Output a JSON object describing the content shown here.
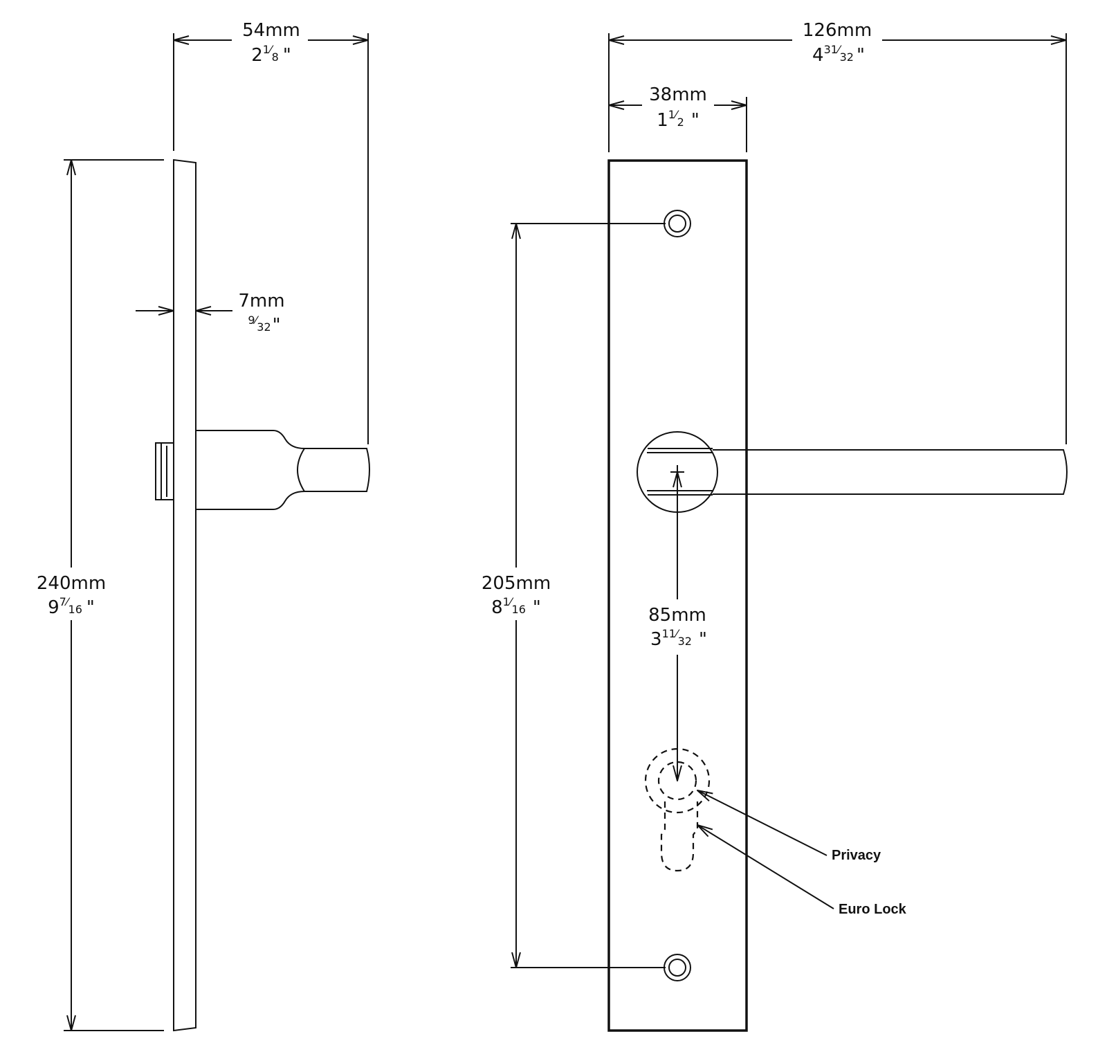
{
  "dimensions": {
    "projection": {
      "metric": "54mm",
      "whole": "2",
      "num": "1",
      "den": "8",
      "mark": "\""
    },
    "plate_thickness": {
      "metric": "7mm",
      "whole": "",
      "num": "9",
      "den": "32",
      "mark": "\""
    },
    "plate_height": {
      "metric": "240mm",
      "whole": "9",
      "num": "7",
      "den": "16",
      "mark": "\""
    },
    "lever_length": {
      "metric": "126mm",
      "whole": "4",
      "num": "31",
      "den": "32",
      "mark": "\""
    },
    "plate_width": {
      "metric": "38mm",
      "whole": "1",
      "num": "1",
      "den": "2",
      "mark": "\""
    },
    "fixing_centres": {
      "metric": "205mm",
      "whole": "8",
      "num": "1",
      "den": "16",
      "mark": "\""
    },
    "backset": {
      "metric": "85mm",
      "whole": "3",
      "num": "11",
      "den": "32",
      "mark": "\""
    }
  },
  "callouts": {
    "privacy": "Privacy",
    "euro_lock": "Euro Lock"
  }
}
